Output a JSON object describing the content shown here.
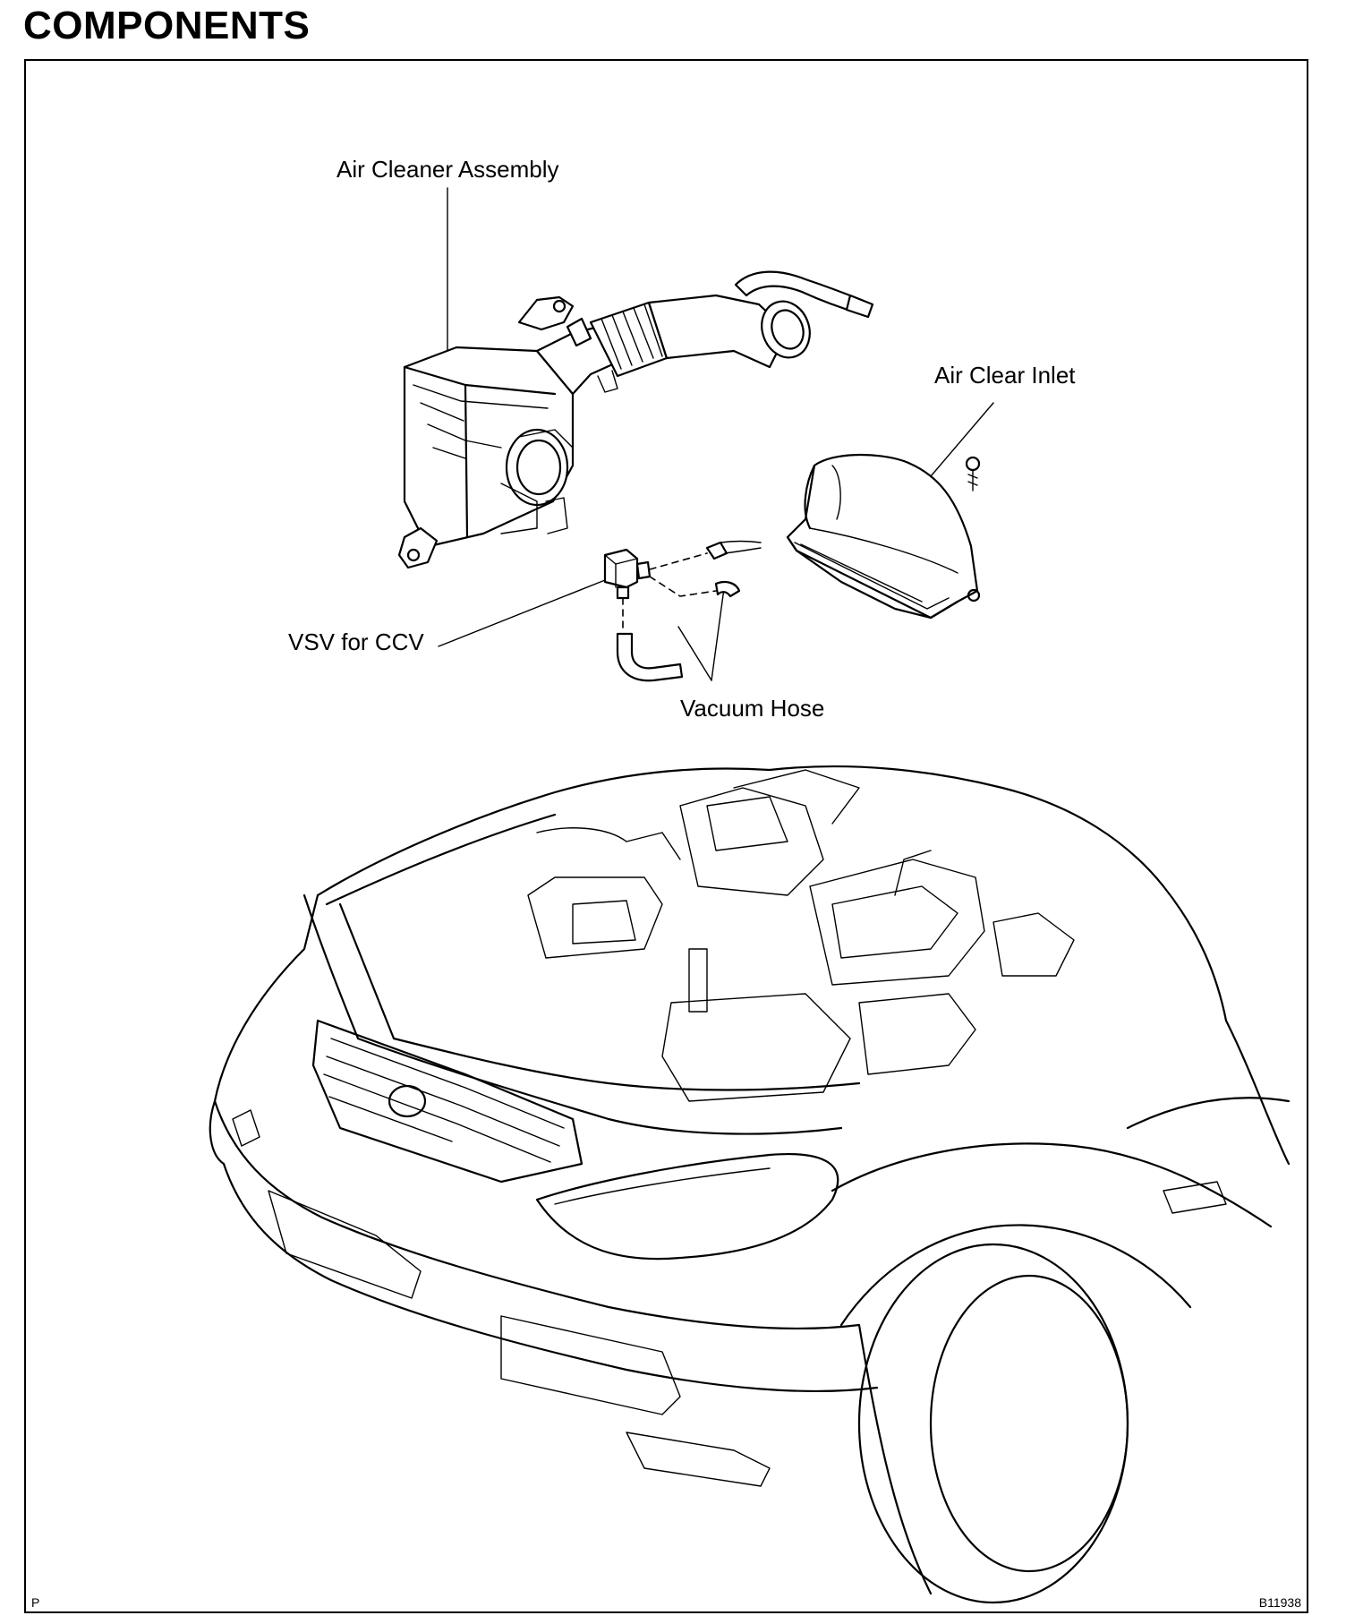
{
  "page": {
    "title": "COMPONENTS",
    "corner_left": "P",
    "corner_right": "B11938"
  },
  "labels": {
    "air_cleaner_assembly": "Air Cleaner Assembly",
    "air_clear_inlet": "Air Clear Inlet",
    "vsv_for_ccv": "VSV for CCV",
    "vacuum_hose": "Vacuum Hose"
  },
  "icons": {
    "air_cleaner": "air-cleaner-assembly-icon",
    "inlet": "air-clear-inlet-icon",
    "vsv": "vsv-icon",
    "hose": "vacuum-hose-icon",
    "vehicle": "vehicle-front-icon"
  }
}
